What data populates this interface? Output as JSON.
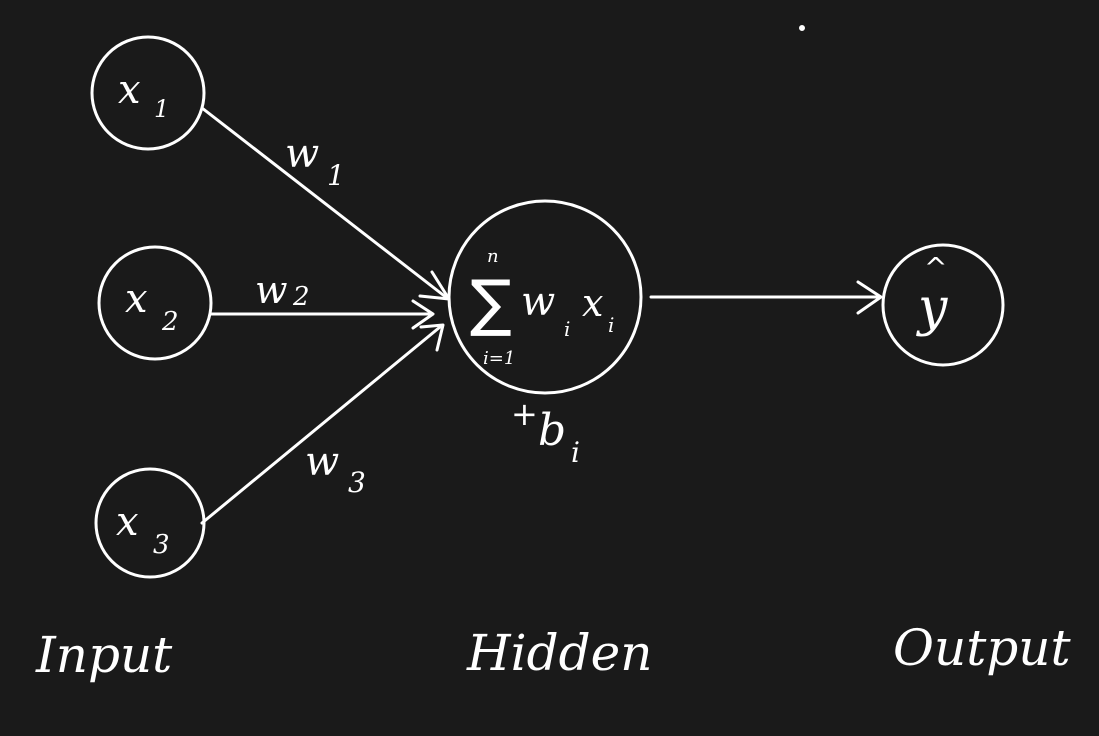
{
  "inputs": {
    "x1": {
      "base": "x",
      "sub": "1"
    },
    "x2": {
      "base": "x",
      "sub": "2"
    },
    "x3": {
      "base": "x",
      "sub": "3"
    }
  },
  "weights": {
    "w1": {
      "base": "w",
      "sub": "1"
    },
    "w2": {
      "base": "w",
      "sub": "2"
    },
    "w3": {
      "base": "w",
      "sub": "3"
    }
  },
  "hidden": {
    "sum_symbol": "∑",
    "upper_limit": "n",
    "lower_limit": "i=1",
    "term_w": "w",
    "term_w_sub": "i",
    "term_x": "x",
    "term_x_sub": "i",
    "bias_plus": "+",
    "bias_base": "b",
    "bias_sub": "i"
  },
  "output": {
    "symbol": "y",
    "hat": "^"
  },
  "layers": {
    "input": "Input",
    "hidden": "Hidden",
    "output": "Output"
  },
  "colors": {
    "background": "#1a1a1a",
    "stroke": "#ffffff"
  }
}
